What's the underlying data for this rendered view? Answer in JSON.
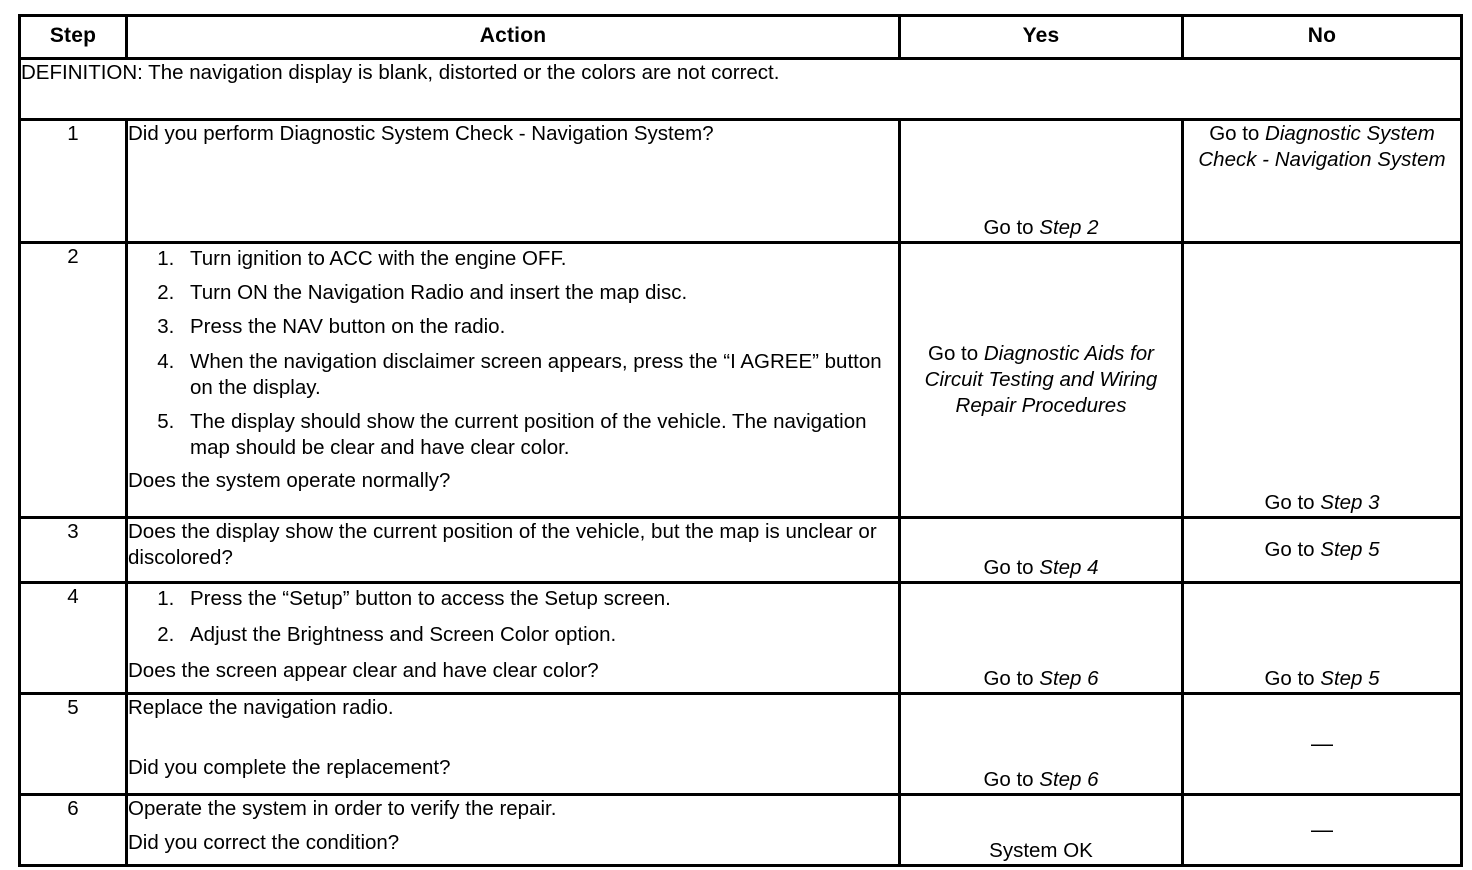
{
  "table": {
    "columns": [
      "Step",
      "Action",
      "Yes",
      "No"
    ],
    "definition": "DEFINITION: The navigation display is blank, distorted or the colors are not correct.",
    "rows": [
      {
        "step": "1",
        "action_lead": "Did you perform Diagnostic System Check - Navigation System?",
        "yes_prefix": "Go to ",
        "yes_ref": "Step 2",
        "no_prefix": "Go to ",
        "no_ref": "Diagnostic System Check - Navigation System"
      },
      {
        "step": "2",
        "items": [
          "Turn ignition to ACC with the engine OFF.",
          "Turn ON the Navigation Radio and insert the map disc.",
          "Press the NAV button on the radio.",
          "When the navigation disclaimer screen appears, press the “I AGREE” button on the display.",
          "The display should show the current position of the vehicle. The navigation map should be clear and have clear color."
        ],
        "action_tail": "Does the system operate normally?",
        "yes_prefix": "Go to ",
        "yes_ref": "Diagnostic Aids for Circuit Testing and Wiring Repair Procedures",
        "no_prefix": "Go to ",
        "no_ref": "Step 3"
      },
      {
        "step": "3",
        "action_lead": "Does the display show the current position of the vehicle, but the map is unclear or discolored?",
        "yes_prefix": "Go to ",
        "yes_ref": "Step 4",
        "no_prefix": "Go to ",
        "no_ref": "Step 5"
      },
      {
        "step": "4",
        "items": [
          "Press the “Setup” button to access the Setup screen.",
          "Adjust the Brightness and Screen Color option."
        ],
        "action_tail": "Does the screen appear clear and have clear color?",
        "yes_prefix": "Go to ",
        "yes_ref": "Step 6",
        "no_prefix": "Go to ",
        "no_ref": "Step 5"
      },
      {
        "step": "5",
        "action_lead": "Replace the navigation radio.",
        "action_tail": "Did you complete the replacement?",
        "yes_prefix": "Go to ",
        "yes_ref": "Step 6",
        "no_dash": "—"
      },
      {
        "step": "6",
        "action_lead": "Operate the system in order to verify the repair.",
        "action_tail": "Did you correct the condition?",
        "yes_plain": "System OK",
        "no_dash": "—"
      }
    ]
  }
}
